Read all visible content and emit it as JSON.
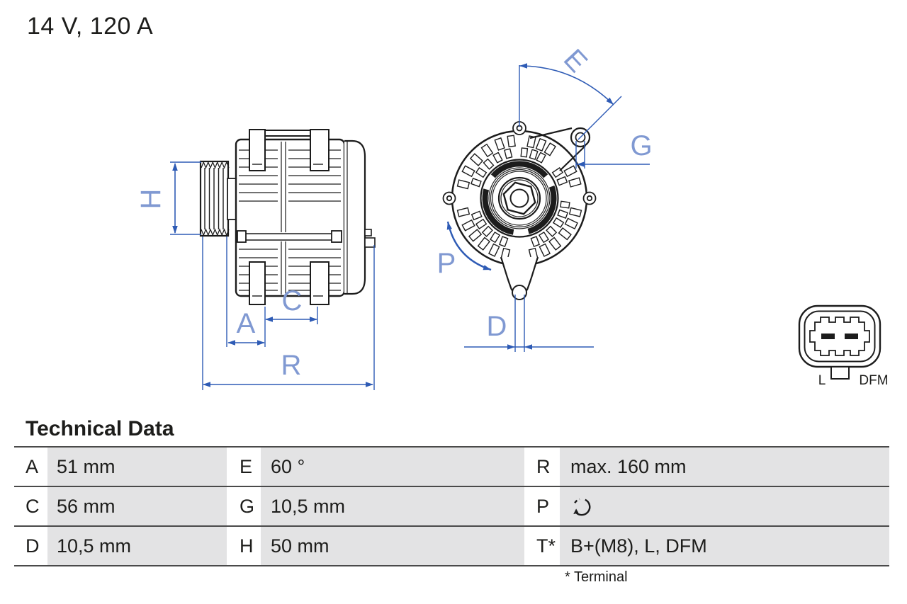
{
  "title": "14 V, 120 A",
  "diagram": {
    "dimension_labels": {
      "h": "H",
      "a": "A",
      "c": "C",
      "r": "R",
      "e": "E",
      "g": "G",
      "p": "P",
      "d": "D"
    },
    "connector": {
      "pin_left_label": "L",
      "pin_right_label": "DFM"
    }
  },
  "table": {
    "heading": "Technical Data",
    "footnote": "* Terminal",
    "rows": [
      {
        "cells": [
          {
            "key": "A",
            "value": "51 mm"
          },
          {
            "key": "E",
            "value": "60 °"
          },
          {
            "key": "R",
            "value": "max. 160 mm"
          }
        ]
      },
      {
        "cells": [
          {
            "key": "C",
            "value": "56 mm"
          },
          {
            "key": "G",
            "value": "10,5 mm"
          },
          {
            "key": "P",
            "value": "",
            "value_icon": "clockwise-rotation-icon"
          }
        ]
      },
      {
        "cells": [
          {
            "key": "D",
            "value": "10,5 mm"
          },
          {
            "key": "H",
            "value": "50 mm"
          },
          {
            "key": "T*",
            "value": "B+(M8), L, DFM"
          }
        ]
      }
    ]
  },
  "colors": {
    "dimension_line": "#2e5bb5",
    "dimension_label": "#8099d2",
    "drawing_line": "#1c1c1c",
    "table_cell_background": "#e3e3e4",
    "table_rule": "#4a4a4a",
    "text": "#1d1d1b"
  }
}
